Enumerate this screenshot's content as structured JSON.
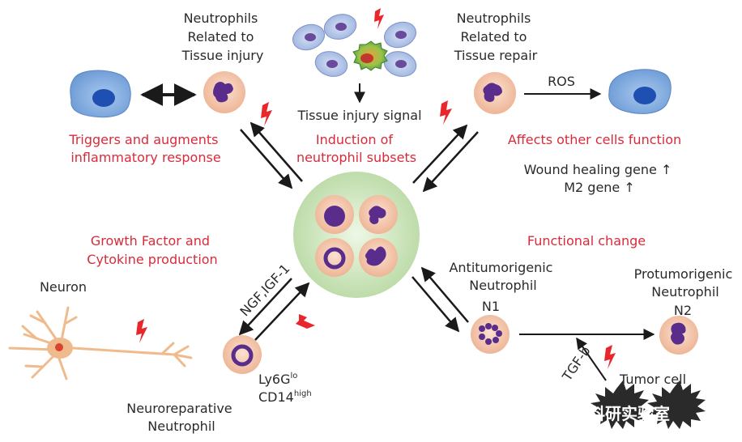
{
  "labels": {
    "neut_injury": [
      "Neutrophils",
      "Related to",
      "Tissue injury"
    ],
    "neut_repair": [
      "Neutrophils",
      "Related to",
      "Tissue repair"
    ],
    "tissue_signal": "Tissue injury signal",
    "ros": "ROS",
    "triggers": [
      "Triggers and augments",
      "inflammatory response"
    ],
    "induction": [
      "Induction of",
      "neutrophil subsets"
    ],
    "affects": "Affects other cells function",
    "wound": "Wound healing gene ↑",
    "m2": "M2 gene ↑",
    "growth": [
      "Growth Factor and",
      "Cytokine production"
    ],
    "functional": "Functional change",
    "neuron": "Neuron",
    "ngf": "NGF,IGF-1",
    "ly6g_base": "Ly6G",
    "ly6g_sup": "lo",
    "cd14_base": "CD14",
    "cd14_sup": "high",
    "neuroreparative": [
      "Neuroreparative",
      "Neutrophil"
    ],
    "antitumor": [
      "Antitumorigenic",
      "Neutrophil"
    ],
    "n1": "N1",
    "protumor": [
      "Protumorigenic",
      "Neutrophil"
    ],
    "n2": "N2",
    "tgfb": "TGF-b",
    "tumor": "Tumor cell"
  },
  "watermark": "知乎 @基础科研实验室",
  "colors": {
    "red_text": "#d92b3a",
    "text": "#2a2a2a",
    "cell_fill": "#f4c2a3",
    "nucleus": "#5a2d8c",
    "green_circle": "#cfe6bf",
    "blue_cell": "#7aa8dc",
    "lightning": "#e8262b",
    "neuron_body": "#f0bb8c",
    "tumor": "#2a2a2a"
  }
}
